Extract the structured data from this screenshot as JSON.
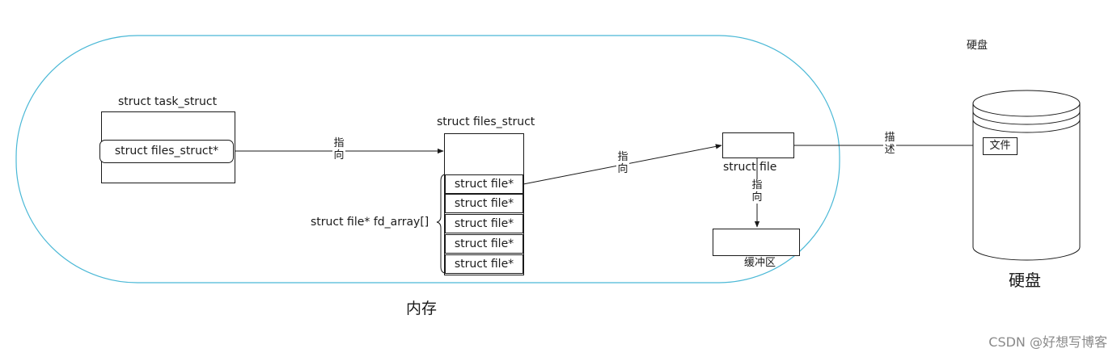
{
  "colors": {
    "memory_border": "#4ab8d6",
    "stroke": "#1a1a1a",
    "watermark": "#8a8a8a"
  },
  "memory_region": {
    "label": "内存"
  },
  "task_struct": {
    "title": "struct task_struct",
    "field": "struct files_struct*"
  },
  "files_struct": {
    "title": "struct files_struct",
    "array_label": "struct file* fd_array[]",
    "slots": [
      "struct file*",
      "struct file*",
      "struct file*",
      "struct file*",
      "struct file*"
    ]
  },
  "file_struct": {
    "label": "struct file"
  },
  "buffer": {
    "label": "缓冲区"
  },
  "arrows": {
    "points_to_1": [
      "指",
      "向"
    ],
    "points_to_2": [
      "指",
      "向"
    ],
    "points_to_3": [
      "指",
      "向"
    ],
    "describes": [
      "描",
      "述"
    ]
  },
  "disk": {
    "top_label": "硬盘",
    "file_label": "文件",
    "bottom_label": "硬盘"
  },
  "watermark": "CSDN @好想写博客"
}
